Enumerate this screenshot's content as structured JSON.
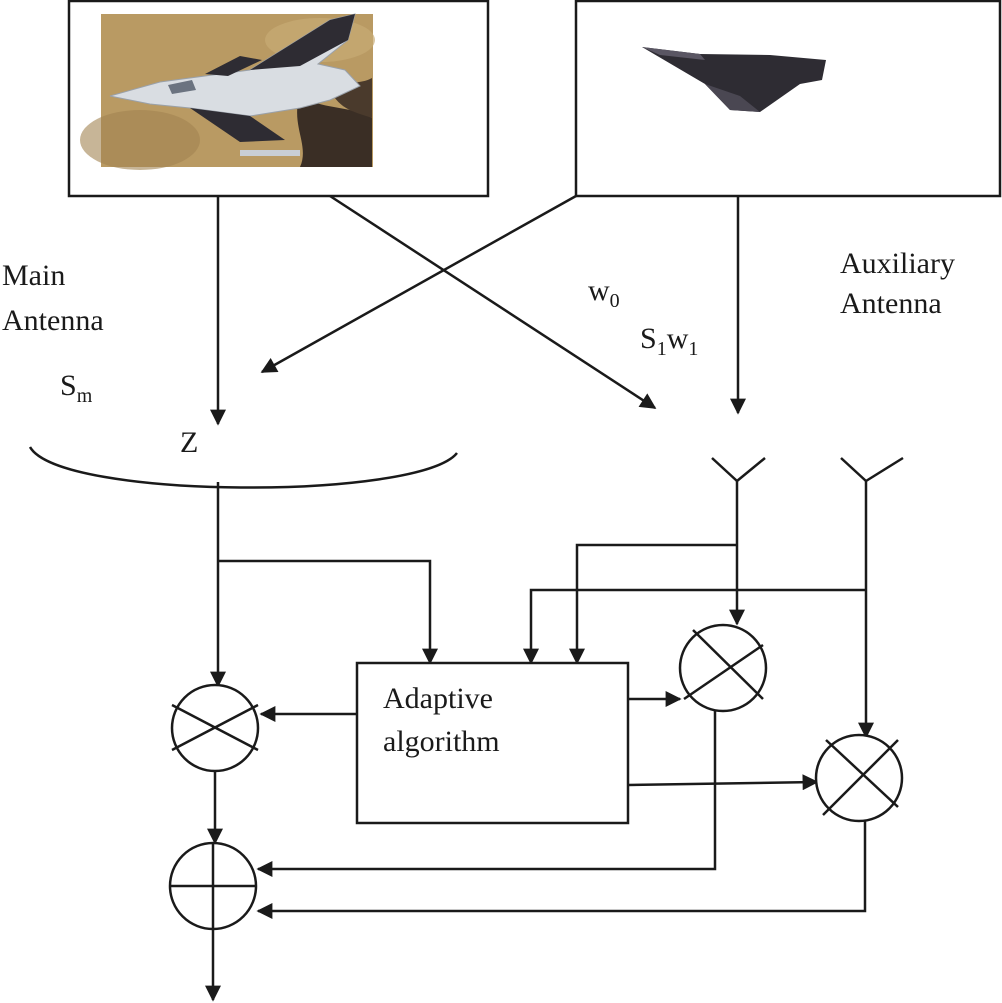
{
  "labels": {
    "main_antenna_line1": "Main",
    "main_antenna_line2": "Antenna",
    "s_main": "S",
    "s_main_sub": "m",
    "z": "Z",
    "w0": "w",
    "w0_sub": "0",
    "s1": "S",
    "s1_sub": "1",
    "w1": "w",
    "w1_sub": "1",
    "aux_antenna_line1": "Auxiliary",
    "aux_antenna_line2": "Antenna",
    "adaptive_line1": "Adaptive",
    "adaptive_line2": "algorithm"
  },
  "colors": {
    "line": "#1a1a1a",
    "desert_bg": "#b99a63",
    "aircraft_light": "#d9dde2",
    "aircraft_dark": "#2e2c33",
    "smoke": "#3a2e25"
  },
  "icons": {
    "multiplier": "multiplier-circle-x-icon",
    "summer": "summer-circle-plus-icon",
    "antenna": "y-antenna-icon",
    "dish": "dish-antenna-icon"
  }
}
